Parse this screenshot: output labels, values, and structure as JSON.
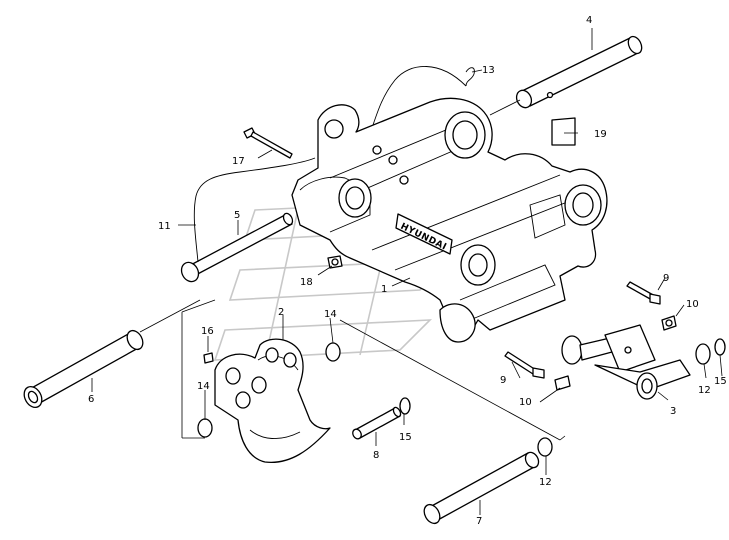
{
  "brand_plate": "HYUNDAI",
  "callouts": {
    "c1": "1",
    "c2": "2",
    "c3": "3",
    "c4": "4",
    "c5": "5",
    "c6": "6",
    "c7": "7",
    "c8": "8",
    "c9a": "9",
    "c9b": "9",
    "c10a": "10",
    "c10b": "10",
    "c11": "11",
    "c12a": "12",
    "c12b": "12",
    "c13": "13",
    "c14a": "14",
    "c14b": "14",
    "c15a": "15",
    "c15b": "15",
    "c16": "16",
    "c17": "17",
    "c18": "18",
    "c19": "19"
  }
}
